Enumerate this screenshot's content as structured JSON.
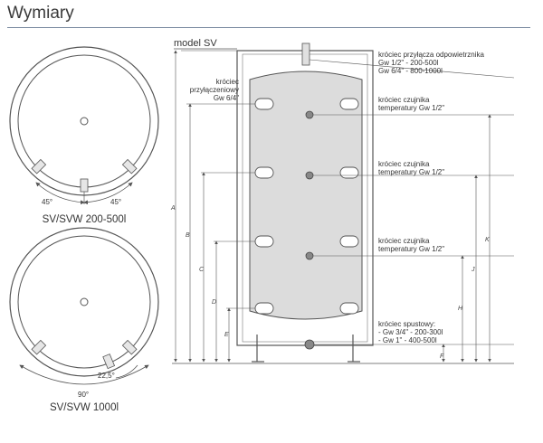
{
  "heading": "Wymiary",
  "top_view_1": {
    "caption": "SV/SVW 200-500l",
    "angle_left": "45°",
    "angle_right": "45°"
  },
  "top_view_2": {
    "caption": "SV/SVW 1000l",
    "angle_bottom": "90°",
    "angle_offset": "22,5°"
  },
  "side_view": {
    "model": "model SV",
    "vent": [
      "króciec przyłącza odpowietrznika",
      "Gw 1/2\" - 200-500l",
      "Gw 6/4\" - 800-1000l"
    ],
    "connector": [
      "króciec",
      "przyłączeniowy",
      "Gw 6/4\""
    ],
    "sensor_1": [
      "króciec czujnika",
      "temperatury Gw 1/2\""
    ],
    "sensor_2": [
      "króciec czujnika",
      "temperatury Gw 1/2\""
    ],
    "sensor_3": [
      "króciec czujnika",
      "temperatury Gw 1/2\""
    ],
    "drain": [
      "króciec spustowy:",
      "- Gw 3/4\" - 200-300l",
      "- Gw 1\" - 400-500l"
    ],
    "dims": {
      "A": "A",
      "B": "B",
      "C": "C",
      "D": "D",
      "E": "E",
      "F": "F",
      "H": "H",
      "J": "J",
      "K": "K"
    }
  },
  "colors": {
    "tank_fill": "#dcdcdc",
    "stroke": "#555555",
    "heading_rule": "#7a8aa0"
  }
}
